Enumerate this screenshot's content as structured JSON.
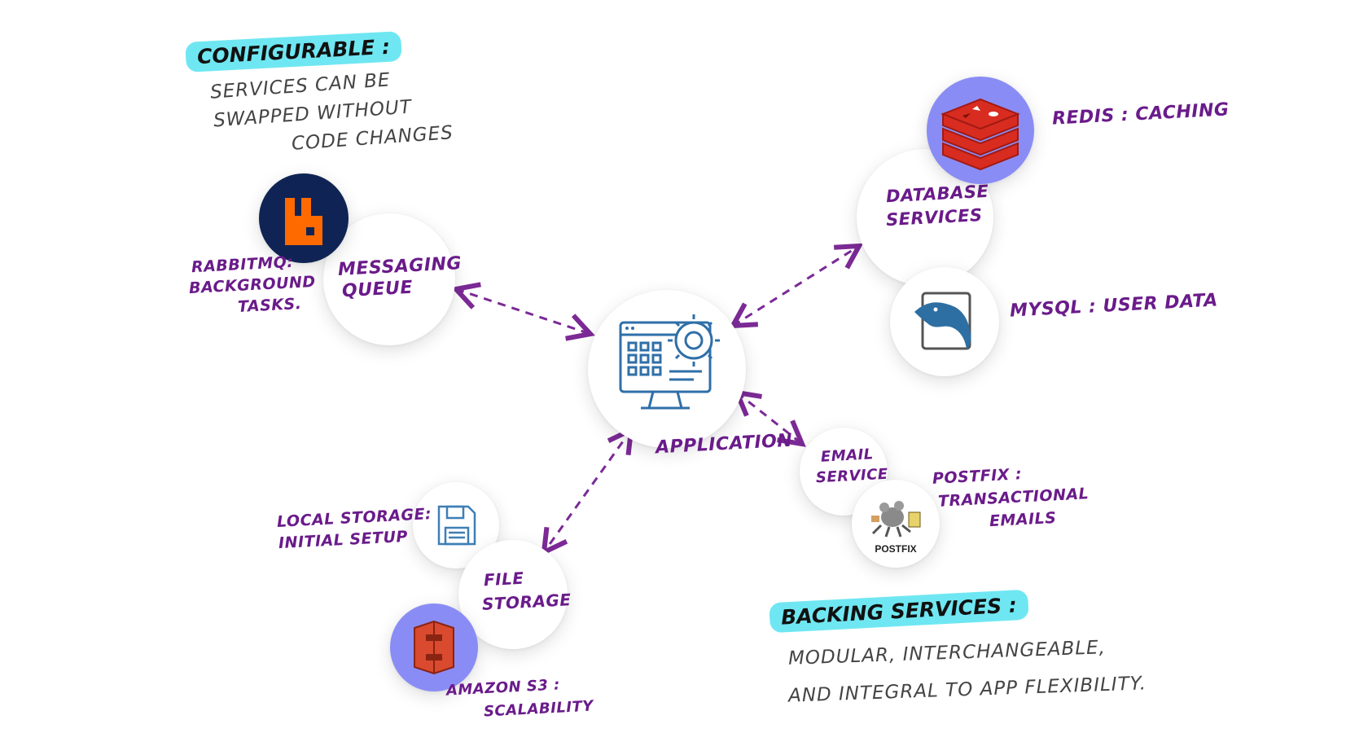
{
  "top_note": {
    "heading": "CONFIGURABLE :",
    "lines": [
      "SERVICES CAN BE",
      "SWAPPED WITHOUT",
      "CODE CHANGES"
    ]
  },
  "bottom_note": {
    "heading": "BACKING SERVICES :",
    "lines": [
      "MODULAR, INTERCHANGEABLE,",
      "AND INTEGRAL TO APP FLEXIBILITY."
    ]
  },
  "nodes": {
    "application": "APPLICATION",
    "messaging_queue": [
      "MESSAGING",
      "QUEUE"
    ],
    "database_services": [
      "DATABASE",
      "SERVICES"
    ],
    "email_service": [
      "EMAIL",
      "SERVICE"
    ],
    "file_storage": [
      "FILE",
      "STORAGE"
    ]
  },
  "labels": {
    "rabbitmq": [
      "RABBITMQ:",
      "BACKGROUND",
      "TASKS."
    ],
    "redis": "REDIS : CACHING",
    "mysql": "MYSQL : USER DATA",
    "postfix": [
      "POSTFIX :",
      "TRANSACTIONAL",
      "EMAILS"
    ],
    "local_storage": [
      "LOCAL STORAGE:",
      "INITIAL SETUP"
    ],
    "amazon_s3": [
      "AMAZON S3 :",
      "SCALABILITY"
    ],
    "postfix_logo_text": "POSTFIX"
  },
  "colors": {
    "handwriting": "#6a1b8a",
    "highlight": "#6fe7f2",
    "arrow": "#7b2a96",
    "rabbitmq_bg": "#0f2454",
    "rabbitmq_logo": "#ff6a00",
    "redis_bg": "#8a8cf5",
    "redis_logo": "#d82c20",
    "s3_bg": "#8a8cf5",
    "s3_logo": "#d94a2f",
    "app_icon": "#2f6fa8"
  }
}
